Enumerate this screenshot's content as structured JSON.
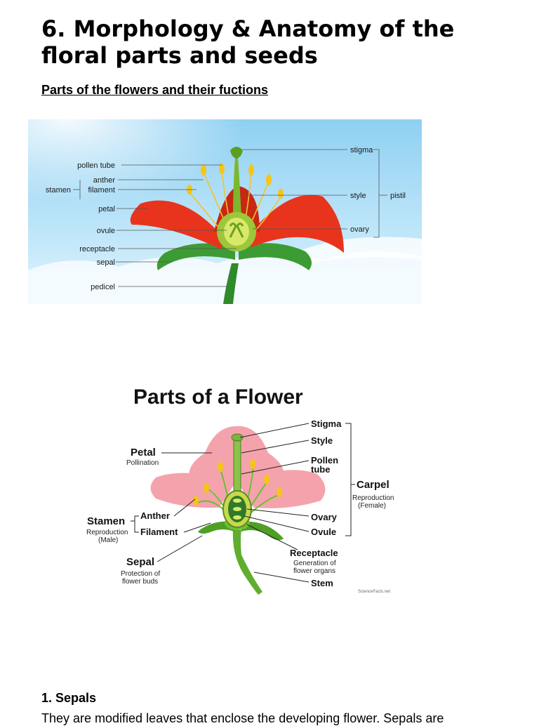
{
  "heading": {
    "title": "6. Morphology & Anatomy of the floral parts and seeds",
    "subtitle": "Parts of the flowers and their fuctions"
  },
  "figure1": {
    "labels": {
      "pollen_tube": "pollen tube",
      "anther": "anther",
      "stamen": "stamen",
      "filament": "filament",
      "petal": "petal",
      "ovule": "ovule",
      "receptacle": "receptacle",
      "sepal": "sepal",
      "pedicel": "pedicel",
      "stigma": "stigma",
      "style": "style",
      "pistil": "pistil",
      "ovary": "ovary"
    }
  },
  "figure2": {
    "title": "Parts of a Flower",
    "labels": {
      "petal": "Petal",
      "petal_desc": "Pollination",
      "stamen": "Stamen",
      "stamen_desc_1": "Reproduction",
      "stamen_desc_2": "(Male)",
      "anther": "Anther",
      "filament": "Filament",
      "sepal": "Sepal",
      "sepal_desc_1": "Protection of",
      "sepal_desc_2": "flower buds",
      "stigma": "Stigma",
      "style": "Style",
      "pollen_tube_1": "Pollen",
      "pollen_tube_2": "tube",
      "carpel": "Carpel",
      "carpel_desc_1": "Reproduction",
      "carpel_desc_2": "(Female)",
      "ovary": "Ovary",
      "ovule": "Ovule",
      "receptacle": "Receptacle",
      "receptacle_desc_1": "Generation of",
      "receptacle_desc_2": "flower organs",
      "stem": "Stem",
      "watermark": "ScienceFacts.net"
    }
  },
  "section1": {
    "heading": "1. Sepals",
    "text": "They are modified leaves that enclose the developing flower. Sepals are"
  }
}
